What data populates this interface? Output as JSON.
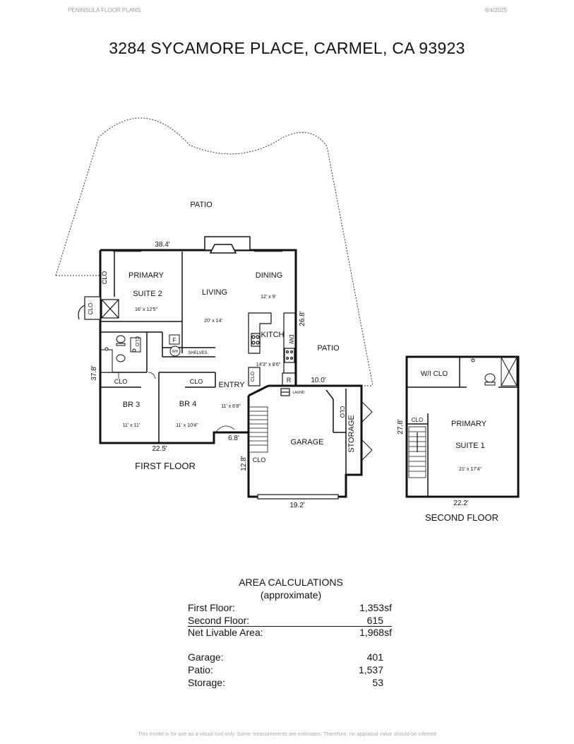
{
  "header": {
    "brand": "PENINSULA FLOOR PLANS",
    "date": "6/4/2025"
  },
  "title": "3284 SYCAMORE PLACE, CARMEL, CA  93923",
  "first_floor": {
    "caption": "FIRST FLOOR",
    "rooms": {
      "patio_top": "PATIO",
      "patio_right": "PATIO",
      "primary2_a": "PRIMARY",
      "primary2_b": "SUITE 2",
      "primary2_size": "16' x 12'5\"",
      "living": "LIVING",
      "living_size": "20' x 14'",
      "dining": "DINING",
      "dining_size": "12' x 9'",
      "kitchen": "KITCH",
      "kitchen_size": "14'3\" x 8'6\"",
      "entry": "ENTRY",
      "entry_size": "11' x 6'8\"",
      "br3": "BR 3",
      "br3_size": "11' x 11'",
      "br4": "BR 4",
      "br4_size": "11' x 10'4\"",
      "garage": "GARAGE",
      "storage": "STORAGE",
      "shelves": "SHELVES",
      "laund": "LAUND",
      "clo": "CLO",
      "dw": "DW",
      "r": "R",
      "f": "F",
      "wh": "WH"
    },
    "dims": {
      "top": "38.4'",
      "right": "26.8'",
      "left": "37.8'",
      "bottom": "22.5'",
      "garage_top": "10.0'",
      "step": "6.8'",
      "garage_left": "12.8'",
      "garage_bottom": "19.2'"
    }
  },
  "second_floor": {
    "caption": "SECOND FLOOR",
    "rooms": {
      "wi_clo": "W/I CLO",
      "clo": "CLO",
      "primary1_a": "PRIMARY",
      "primary1_b": "SUITE 1",
      "primary1_size": "21' x 17'4\""
    },
    "dims": {
      "left": "27.8'",
      "bottom": "22.2'"
    }
  },
  "area_calculations": {
    "title": "AREA CALCULATIONS",
    "subtitle": "(approximate)",
    "rows": [
      {
        "label": "First  Floor:",
        "value": "1,353sf"
      },
      {
        "label": "Second Floor:",
        "value": "615"
      },
      {
        "label": "Net Livable Area:",
        "value": "1,968sf"
      },
      {
        "label": "Garage:",
        "value": "401"
      },
      {
        "label": "Patio:",
        "value": "1,537"
      },
      {
        "label": "Storage:",
        "value": "53"
      }
    ]
  },
  "footer": "This model is for use as a visual tool only. Some measurements are estimates. Therefore, no appraisal value should be inferred"
}
